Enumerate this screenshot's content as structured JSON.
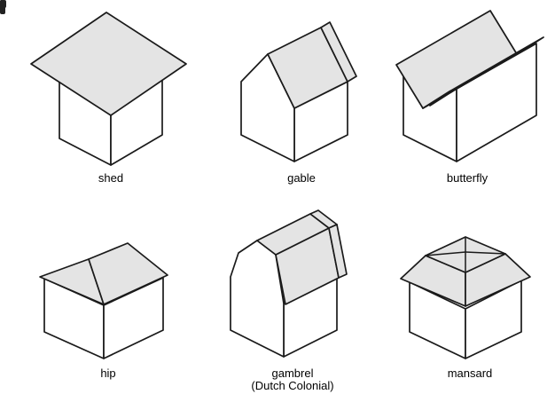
{
  "page": {
    "background": "#ffffff"
  },
  "colors": {
    "roof_fill": "#e4e4e4",
    "wall_fill": "#ffffff",
    "line": "#1a1a1a"
  },
  "diagram": {
    "type": "roof-styles-reference",
    "items": [
      {
        "id": "shed",
        "label": "shed"
      },
      {
        "id": "gable",
        "label": "gable"
      },
      {
        "id": "butterfly",
        "label": "butterfly"
      },
      {
        "id": "hip",
        "label": "hip"
      },
      {
        "id": "gambrel",
        "label": "gambrel",
        "sublabel": "(Dutch Colonial)"
      },
      {
        "id": "mansard",
        "label": "mansard"
      }
    ]
  }
}
